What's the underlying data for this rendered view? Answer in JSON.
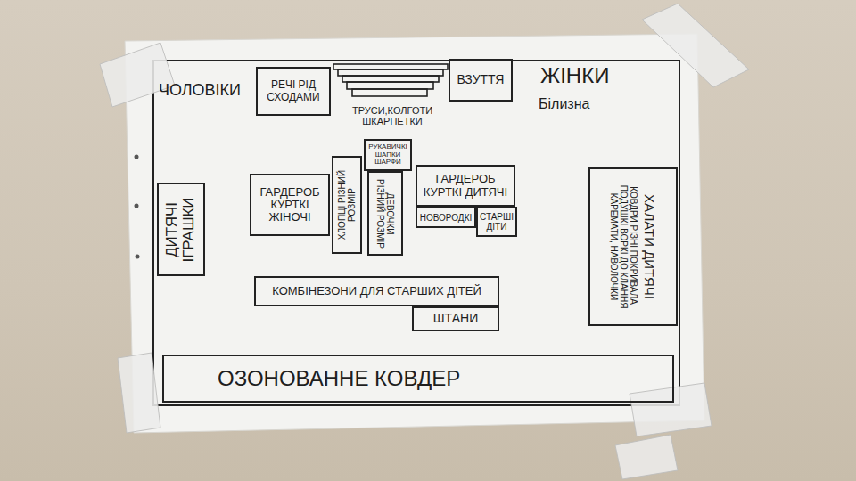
{
  "diagram": {
    "nodes": [
      {
        "text": [
          "РЕЧІ РІД СХОДАМИ"
        ]
      },
      {
        "text": [
          "ВЗУТТЯ"
        ]
      },
      {
        "text": [
          "ГАРДЕРОБ КУРТКІ ЖІНОЧІ"
        ]
      },
      {
        "text": [
          "ХЛОПЦІ РІЗНИЙ РОЗМІР"
        ]
      },
      {
        "text": [
          "РУКАВИЧКІ ШАПКИ ШАРФИ"
        ]
      },
      {
        "text": [
          "ДЕВОЧКИ РІЗНИЙ РОЗМІР"
        ]
      },
      {
        "text": [
          "ГАРДЕРОБ КУРТКІ ДИТЯЧІ"
        ]
      },
      {
        "text": [
          "НОВОРОДКІ"
        ]
      },
      {
        "text": [
          "СТАРШІ ДІТИ"
        ]
      },
      {
        "text": [
          "ДИТЯЧІ ІГРАШКИ"
        ]
      },
      {
        "text": [
          "КОМБІНЕЗОНИ ДЛЯ СТАРШИХ ДІТЕЙ"
        ]
      },
      {
        "text": [
          "ШТАНИ"
        ]
      },
      {
        "text": [
          "ХАЛАТИ ДИТЯЧІ",
          "КОВДРИ РІЗНІ ПОКРИВАЛА, ПОДУШКІ ВОРКІ ДО КЛАННЯ КАРЕМАТИ, НАВОЛОЧКИ"
        ]
      },
      {
        "text": [
          "ОЗОНОВАННЕ КОВДЕР"
        ]
      }
    ],
    "labels": [
      "ЧОЛОВІКИ",
      "ТРУСИ,КОЛГОТИ ШКАРПЕТКИ",
      "ЖІНКИ",
      "Білизна"
    ]
  }
}
